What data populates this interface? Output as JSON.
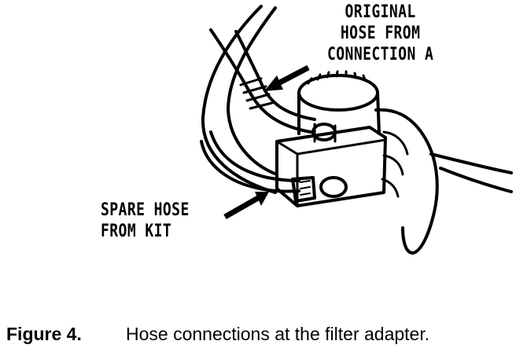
{
  "callouts": {
    "original_hose": [
      "ORIGINAL",
      "HOSE FROM",
      "CONNECTION A"
    ],
    "spare_hose": [
      "SPARE HOSE",
      "FROM KIT"
    ]
  },
  "caption": {
    "label": "Figure 4.",
    "text": "Hose connections at the filter adapter."
  }
}
